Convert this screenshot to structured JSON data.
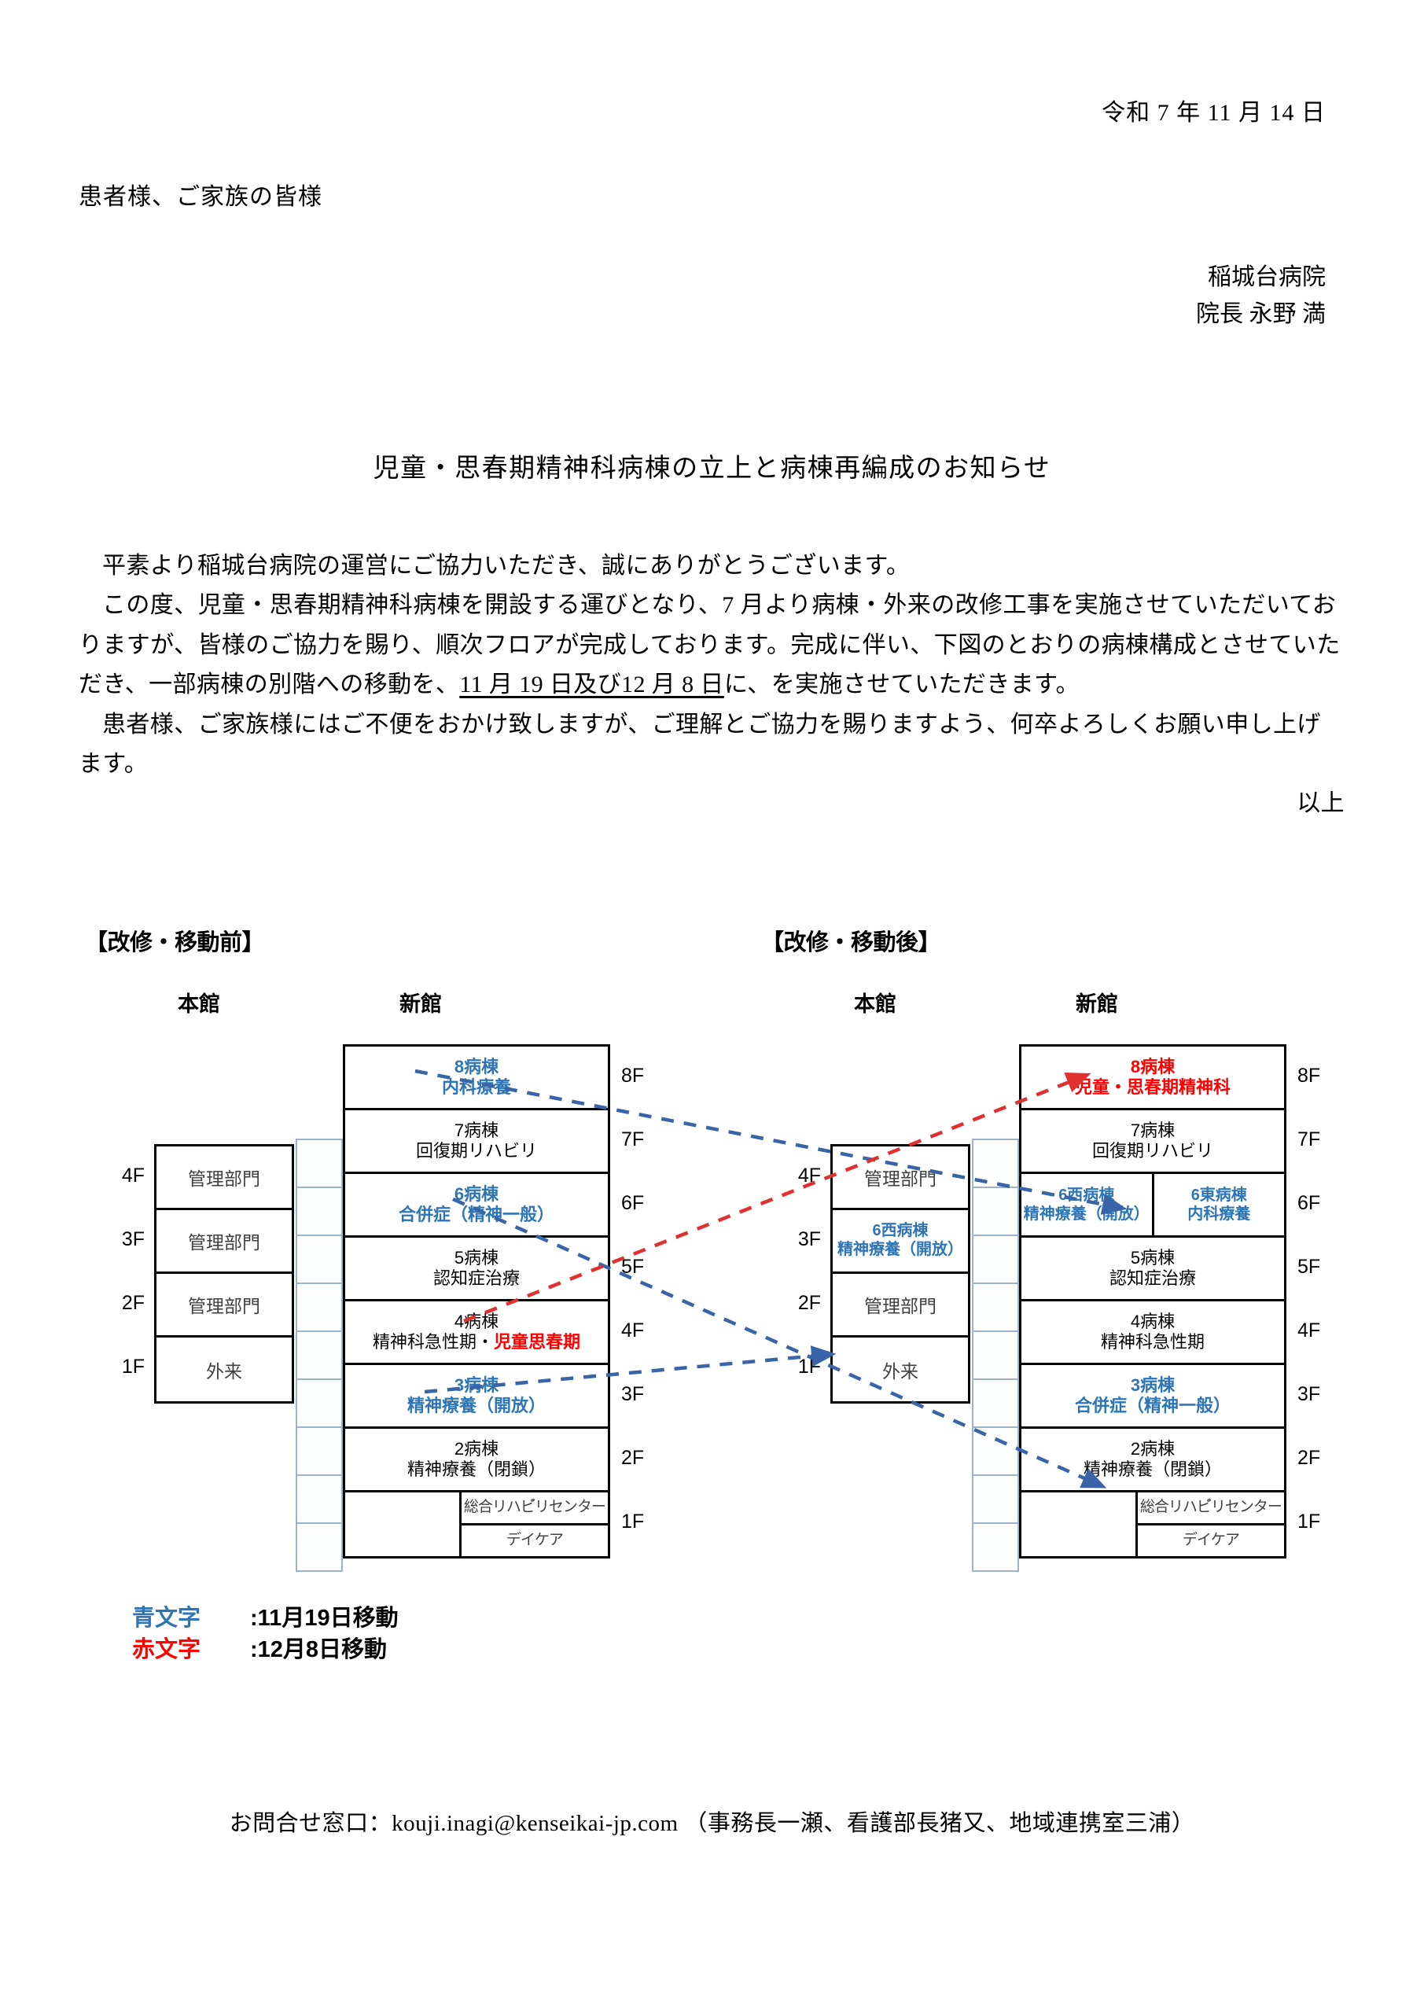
{
  "header": {
    "date": "令和 7 年 11 月 14 日",
    "addressee": "患者様、ご家族の皆様",
    "sender_org": "稲城台病院",
    "sender_person": "院長 永野 満"
  },
  "title": "児童・思春期精神科病棟の立上と病棟再編成のお知らせ",
  "body": {
    "para1": "平素より稲城台病院の運営にご協力いただき、誠にありがとうございます。",
    "para2_a": "この度、児童・思春期精神科病棟を開設する運びとなり、7 月より病棟・外来の改修工事を実施させていただいておりますが、皆様のご協力を賜り、順次フロアが完成しております。完成に伴い、下図のとおりの病棟構成とさせていただき、一部病棟の別階への移動を、",
    "para2_date1": "11 月 19 日及び",
    "para2_date2": "12 月 8 日",
    "para2_b": "に、を実施させていただきます。",
    "para3": "患者様、ご家族様にはご不便をおかけ致しますが、ご理解とご協力を賜りますよう、何卒よろしくお願い申し上げます。",
    "closing": "以上"
  },
  "diagram": {
    "before": {
      "panel_title": "【改修・移動前】",
      "main_label": "本館",
      "new_label": "新館",
      "main_ticks": [
        "4F",
        "3F",
        "2F",
        "1F"
      ],
      "main_floors": [
        {
          "text": "管理部門",
          "color": "black"
        },
        {
          "text": "管理部門",
          "color": "black"
        },
        {
          "text": "管理部門",
          "color": "black"
        },
        {
          "text": "外来",
          "color": "black"
        }
      ],
      "new_ticks": [
        "8F",
        "7F",
        "6F",
        "5F",
        "4F",
        "3F",
        "2F",
        "1F"
      ],
      "new_floors": [
        {
          "line1": "8病棟",
          "line2": "内科療養",
          "color": "blue"
        },
        {
          "line1": "7病棟",
          "line2": "回復期リハビリ",
          "color": "black"
        },
        {
          "line1": "6病棟",
          "line2": "合併症（精神一般）",
          "color": "blue"
        },
        {
          "line1": "5病棟",
          "line2": "認知症治療",
          "color": "black"
        },
        {
          "line1": "4病棟",
          "line2": "精神科急性期・",
          "line2_red": "児童思春期",
          "color": "mixed"
        },
        {
          "line1": "3病棟",
          "line2": "精神療養（開放）",
          "color": "blue"
        },
        {
          "line1": "2病棟",
          "line2": "精神療養（閉鎖）",
          "color": "black"
        }
      ],
      "ground": {
        "cell1": "総合リハビ゙リセンター",
        "cell2": "デイケア"
      }
    },
    "after": {
      "panel_title": "【改修・移動後】",
      "main_label": "本館",
      "new_label": "新館",
      "main_ticks": [
        "4F",
        "3F",
        "2F",
        "1F"
      ],
      "main_floors": [
        {
          "text": "管理部門",
          "color": "black"
        },
        {
          "line1": "6西病棟",
          "line2": "精神療養（開放）",
          "color": "blue"
        },
        {
          "text": "管理部門",
          "color": "black"
        },
        {
          "text": "外来",
          "color": "black"
        }
      ],
      "new_ticks": [
        "8F",
        "7F",
        "6F",
        "5F",
        "4F",
        "3F",
        "2F",
        "1F"
      ],
      "new_floors": [
        {
          "line1": "8病棟",
          "line2": "児童・思春期精神科",
          "color": "red"
        },
        {
          "line1": "7病棟",
          "line2": "回復期リハビリ",
          "color": "black"
        },
        {
          "split": true,
          "west_line1": "6西病棟",
          "west_line2": "精神療養（開放）",
          "east_line1": "6東病棟",
          "east_line2": "内科療養",
          "color": "blue"
        },
        {
          "line1": "5病棟",
          "line2": "認知症治療",
          "color": "black"
        },
        {
          "line1": "4病棟",
          "line2": "精神科急性期",
          "color": "black"
        },
        {
          "line1": "3病棟",
          "line2": "合併症（精神一般）",
          "color": "blue"
        },
        {
          "line1": "2病棟",
          "line2": "精神療養（閉鎖）",
          "color": "black"
        }
      ],
      "ground": {
        "cell1": "総合リハビ゙リセンター",
        "cell2": "デイケア"
      }
    }
  },
  "legend": {
    "blue_key": "青文字",
    "blue_value": ":11月19日移動",
    "red_key": "赤文字",
    "red_value": ":12月8日移動"
  },
  "footer": "お問合せ窓口：kouji.inagi@kenseikai-jp.com  （事務長一瀬、看護部長猪又、地域連携室三浦）",
  "colors": {
    "blue": "#2E75B6",
    "red": "#FF0000",
    "black": "#000000",
    "connector_border": "#9DB3CC"
  }
}
